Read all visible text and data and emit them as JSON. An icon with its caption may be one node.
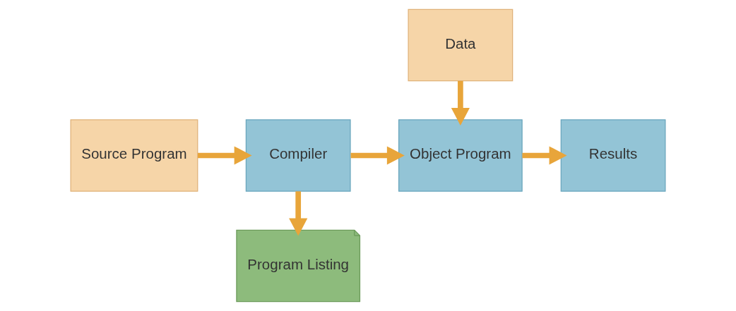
{
  "diagram": {
    "nodes": [
      {
        "text": [
          "Source Program"
        ]
      },
      {
        "text": [
          "Compiler"
        ]
      },
      {
        "text": [
          "Object Program"
        ]
      },
      {
        "text": [
          "Results"
        ]
      },
      {
        "text": [
          "Program Listing"
        ]
      },
      {
        "text": [
          "Data"
        ]
      }
    ],
    "edges": [
      {
        "from": 0,
        "to": 1,
        "arrow": "to"
      },
      {
        "from": 1,
        "to": 2,
        "arrow": "to"
      },
      {
        "from": 2,
        "to": 3,
        "arrow": "to"
      },
      {
        "from": 1,
        "to": 4,
        "arrow": "to"
      },
      {
        "from": 5,
        "to": 2,
        "arrow": "to"
      }
    ]
  }
}
